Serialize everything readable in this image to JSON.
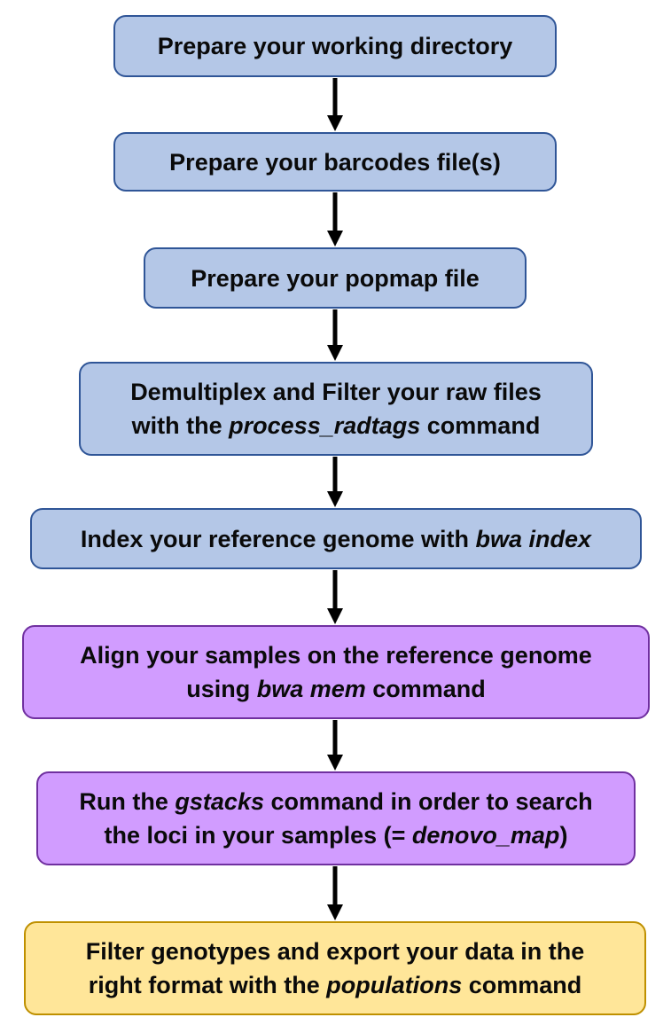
{
  "steps": [
    {
      "id": "prepare-working-directory",
      "color": "blue",
      "lines": [
        [
          {
            "t": "Prepare your working directory"
          }
        ]
      ]
    },
    {
      "id": "prepare-barcodes",
      "color": "blue",
      "lines": [
        [
          {
            "t": "Prepare your barcodes file(s)"
          }
        ]
      ]
    },
    {
      "id": "prepare-popmap",
      "color": "blue",
      "lines": [
        [
          {
            "t": "Prepare your popmap file"
          }
        ]
      ]
    },
    {
      "id": "demultiplex",
      "color": "blue",
      "lines": [
        [
          {
            "t": "Demultiplex and Filter your raw files"
          }
        ],
        [
          {
            "t": "with the "
          },
          {
            "t": "process_radtags",
            "i": true
          },
          {
            "t": " command"
          }
        ]
      ]
    },
    {
      "id": "index-reference",
      "color": "blue",
      "lines": [
        [
          {
            "t": "Index your reference genome with "
          },
          {
            "t": "bwa index",
            "i": true
          }
        ]
      ]
    },
    {
      "id": "align-samples",
      "color": "purple",
      "lines": [
        [
          {
            "t": "Align your samples on the reference genome"
          }
        ],
        [
          {
            "t": "using "
          },
          {
            "t": "bwa mem",
            "i": true
          },
          {
            "t": " command"
          }
        ]
      ]
    },
    {
      "id": "gstacks",
      "color": "purple",
      "lines": [
        [
          {
            "t": "Run the "
          },
          {
            "t": "gstacks",
            "i": true
          },
          {
            "t": " command in order to search"
          }
        ],
        [
          {
            "t": "the loci in your samples (= "
          },
          {
            "t": "denovo_map",
            "i": true
          },
          {
            "t": ")"
          }
        ]
      ]
    },
    {
      "id": "filter-export",
      "color": "yellow",
      "lines": [
        [
          {
            "t": "Filter genotypes and export your data in the"
          }
        ],
        [
          {
            "t": "right format with the "
          },
          {
            "t": "populations",
            "i": true
          },
          {
            "t": " command"
          }
        ]
      ]
    }
  ],
  "colors": {
    "blue_fill": "#b4c7e7",
    "blue_border": "#2f5597",
    "purple_fill": "#d19cff",
    "purple_border": "#7030a0",
    "yellow_fill": "#ffe699",
    "yellow_border": "#bf9000",
    "arrow": "#000000"
  }
}
